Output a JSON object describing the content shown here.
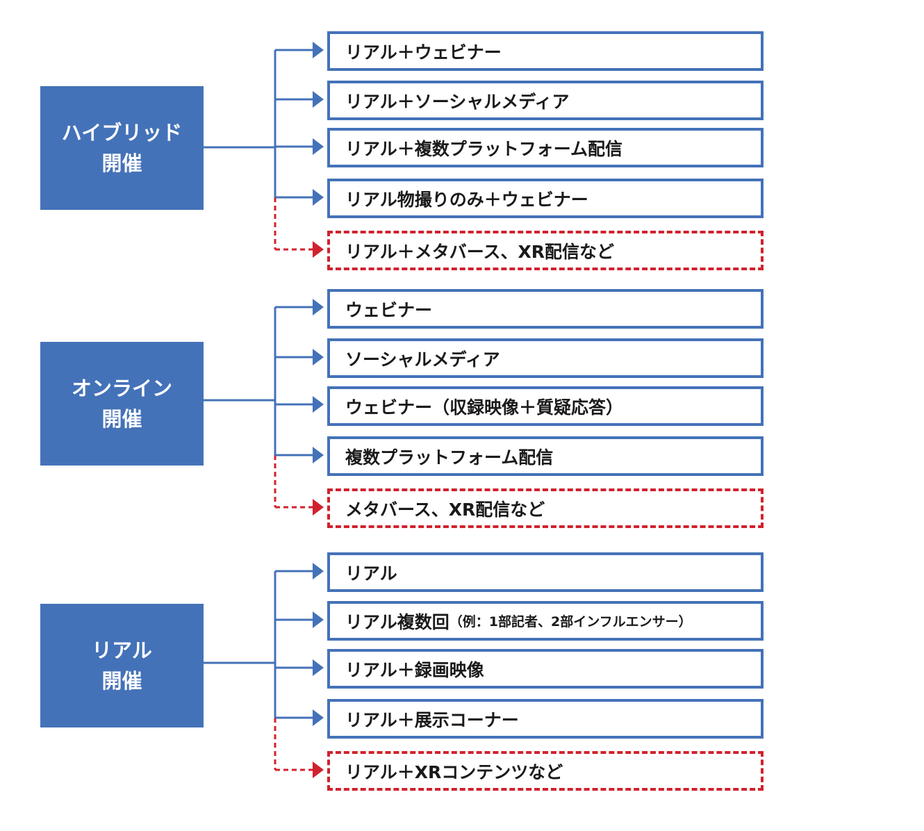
{
  "colors": {
    "blue": "#4472b8",
    "red_dashed": "#d0222e"
  },
  "groups": [
    {
      "title_line1": "ハイブリッド",
      "title_line2": "開催",
      "options": [
        {
          "text": "リアル＋ウェビナー",
          "style": "solid"
        },
        {
          "text": "リアル＋ソーシャルメディア",
          "style": "solid"
        },
        {
          "text": "リアル＋複数プラットフォーム配信",
          "style": "solid"
        },
        {
          "text": "リアル物撮りのみ＋ウェビナー",
          "style": "solid"
        },
        {
          "text": "リアル＋メタバース、XR配信など",
          "style": "dashed"
        }
      ]
    },
    {
      "title_line1": "オンライン",
      "title_line2": "開催",
      "options": [
        {
          "text": "ウェビナー",
          "style": "solid"
        },
        {
          "text": "ソーシャルメディア",
          "style": "solid"
        },
        {
          "text": "ウェビナー（収録映像＋質疑応答）",
          "style": "solid"
        },
        {
          "text": "複数プラットフォーム配信",
          "style": "solid"
        },
        {
          "text": "メタバース、XR配信など",
          "style": "dashed"
        }
      ]
    },
    {
      "title_line1": "リアル",
      "title_line2": "開催",
      "options": [
        {
          "text": "リアル",
          "style": "solid"
        },
        {
          "text": "リアル複数回",
          "text_small": "（例：1部記者、2部インフルエンサー）",
          "style": "solid"
        },
        {
          "text": "リアル＋録画映像",
          "style": "solid"
        },
        {
          "text": "リアル＋展示コーナー",
          "style": "solid"
        },
        {
          "text": "リアル＋XRコンテンツなど",
          "style": "dashed"
        }
      ]
    }
  ]
}
